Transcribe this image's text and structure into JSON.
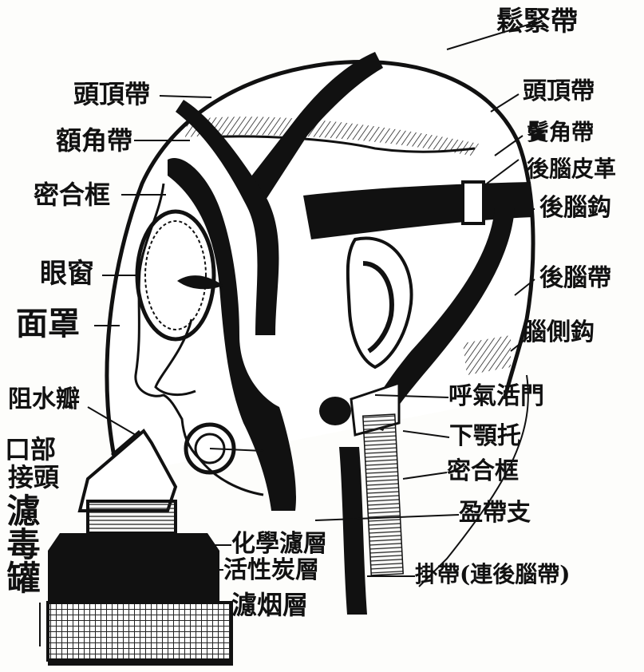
{
  "labels": {
    "songjin_dai": "鬆緊帶",
    "touding_dai_left": "頭頂帶",
    "touding_dai_right": "頭頂帶",
    "ejiao_dai_left": "額角帶",
    "ejiao_dai_right": "鬢角帶",
    "hounao_pi": "後腦皮革",
    "mihe_kuang_top": "密合框",
    "hounao_gou": "後腦鈎",
    "yanchuang": "眼窗",
    "hounao_dai": "後腦帶",
    "mianzhao": "面罩",
    "naoce_gou": "腦側鈎",
    "zushui_ban": "阻水瓣",
    "huqi_huomen": "呼氣活門",
    "xiae_tuo": "下顎托",
    "kou_bu": "口部",
    "jie_tou": "接頭",
    "mihe_kuang_bottom": "密合框",
    "ying_dai_zhi": "盈帶支",
    "lvdu_guan": "濾毒罐",
    "huaxue_lvceng": "化學濾層",
    "huoxing_tanceng": "活性炭層",
    "lvyan_ceng": "濾烟層",
    "gua_dai": "掛帶(連後腦帶)"
  }
}
